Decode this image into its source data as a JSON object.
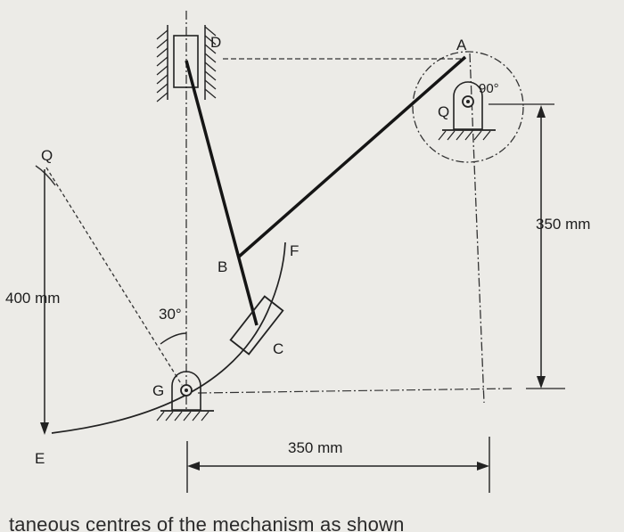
{
  "labels": {
    "D": "D",
    "A": "A",
    "angle_A": "90°",
    "Q_A": "Q",
    "Q_left": "Q",
    "B": "B",
    "F": "F",
    "C": "C",
    "G": "G",
    "E": "E",
    "angle_G": "30°",
    "dim_vertical_left": "400 mm",
    "dim_vertical_right": "350 mm",
    "dim_horizontal": "350 mm"
  },
  "caption": "taneous centres of the mechanism as shown"
}
